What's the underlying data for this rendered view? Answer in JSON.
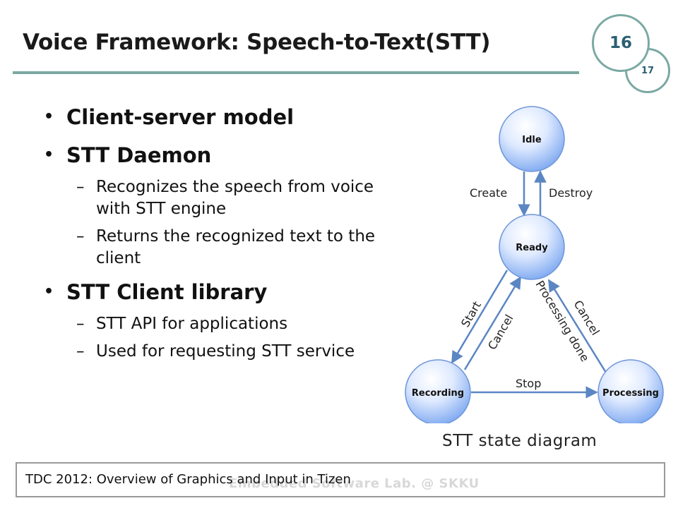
{
  "title": "Voice Framework: Speech-to-Text(STT)",
  "page_numbers": {
    "front": "16",
    "back": "17"
  },
  "bullets": [
    {
      "text": "Client-server model",
      "subs": []
    },
    {
      "text": "STT Daemon",
      "subs": [
        "Recognizes the speech from voice with STT engine",
        "Returns the recognized text to the client"
      ]
    },
    {
      "text": "STT Client library",
      "subs": [
        "STT API for applications",
        "Used for requesting STT service"
      ]
    }
  ],
  "diagram": {
    "states": [
      "Idle",
      "Ready",
      "Recording",
      "Processing"
    ],
    "transitions": {
      "create": "Create",
      "destroy": "Destroy",
      "start": "Start",
      "cancel_recording": "Cancel",
      "processing_done": "Processing done",
      "cancel_processing": "Cancel",
      "stop": "Stop"
    },
    "caption": "STT state diagram"
  },
  "footer": {
    "source": "TDC 2012: Overview of Graphics and Input in Tizen",
    "watermark": "Embedded Software Lab. @ SKKU"
  },
  "colors": {
    "rule": "#7aa9a2",
    "arrow": "#5b86c4",
    "node_light": "#e6f0ff",
    "node_dark": "#7aa6f0"
  }
}
